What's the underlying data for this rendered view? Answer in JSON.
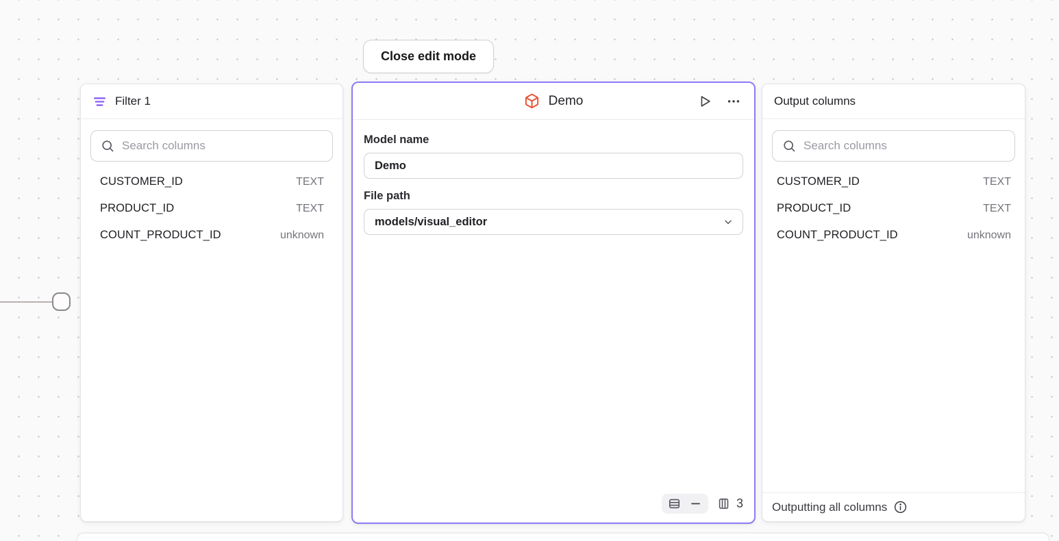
{
  "toolbar": {
    "close_edit_mode_label": "Close edit mode"
  },
  "filter_panel": {
    "title": "Filter 1",
    "search_placeholder": "Search columns",
    "columns": [
      {
        "name": "CUSTOMER_ID",
        "type": "TEXT"
      },
      {
        "name": "PRODUCT_ID",
        "type": "TEXT"
      },
      {
        "name": "COUNT_PRODUCT_ID",
        "type": "unknown"
      }
    ]
  },
  "model_panel": {
    "title": "Demo",
    "model_name_label": "Model name",
    "model_name_value": "Demo",
    "file_path_label": "File path",
    "file_path_value": "models/visual_editor",
    "column_count": "3"
  },
  "output_panel": {
    "title": "Output columns",
    "search_placeholder": "Search columns",
    "columns": [
      {
        "name": "CUSTOMER_ID",
        "type": "TEXT"
      },
      {
        "name": "PRODUCT_ID",
        "type": "TEXT"
      },
      {
        "name": "COUNT_PRODUCT_ID",
        "type": "unknown"
      }
    ],
    "footer_text": "Outputting all columns"
  },
  "icons": {
    "filter-icon": "three purple funnel lines",
    "search-icon": "magnifying glass",
    "model-cube-icon": "orange 3d box outline",
    "play-icon": "outlined right triangle",
    "more-icon": "horizontal ellipsis dots",
    "rows-view-icon": "rect with horizontal row lines",
    "minus-icon": "horizontal dash",
    "columns-view-icon": "rect with vertical column lines",
    "chevron-down-icon": "v chevron",
    "info-icon": "circled letter i"
  },
  "colors": {
    "accent_purple": "#8b7cf6",
    "filter_icon_purple": "#8b5cf6",
    "model_icon_orange": "#e8502f",
    "text_primary": "#1f1f24",
    "text_secondary": "#73737c",
    "panel_border": "#e5e5ea",
    "input_border": "#d2d2d8",
    "canvas_bg": "#fafafa"
  }
}
